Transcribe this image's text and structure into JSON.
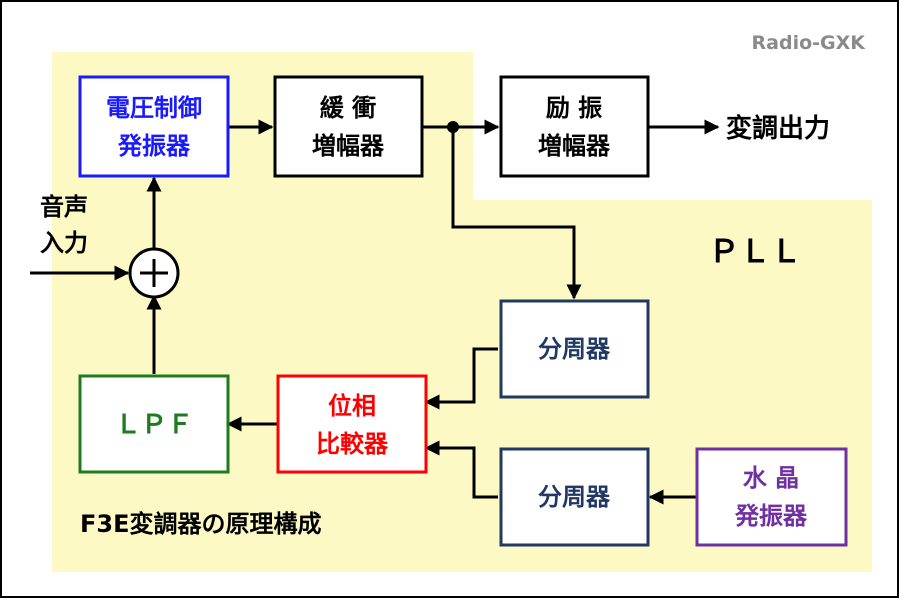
{
  "watermark": "Radio-GXK",
  "pll_label": "ＰＬＬ",
  "caption": "F3E変調器の原理構成",
  "blocks": {
    "vco": [
      "電圧制御",
      "発振器"
    ],
    "buffer_amp": [
      "緩 衝",
      "増幅器"
    ],
    "driver_amp": [
      "励 振",
      "増幅器"
    ],
    "divider_top": [
      "分周器"
    ],
    "phase_comparator": [
      "位相",
      "比較器"
    ],
    "lpf": [
      "ＬＰＦ"
    ],
    "divider_bottom": [
      "分周器"
    ],
    "crystal_osc": [
      "水 晶",
      "発振器"
    ]
  },
  "labels": {
    "audio_in": [
      "音声",
      "入力"
    ],
    "mod_out": "変調出力"
  },
  "colors": {
    "region": "#fdf9c4",
    "vco": "#1a1aff",
    "neutral": "#000000",
    "divider": "#1f3864",
    "phase_comparator": "#ff0000",
    "lpf": "#1e7b1e",
    "crystal_osc": "#7030a0"
  }
}
